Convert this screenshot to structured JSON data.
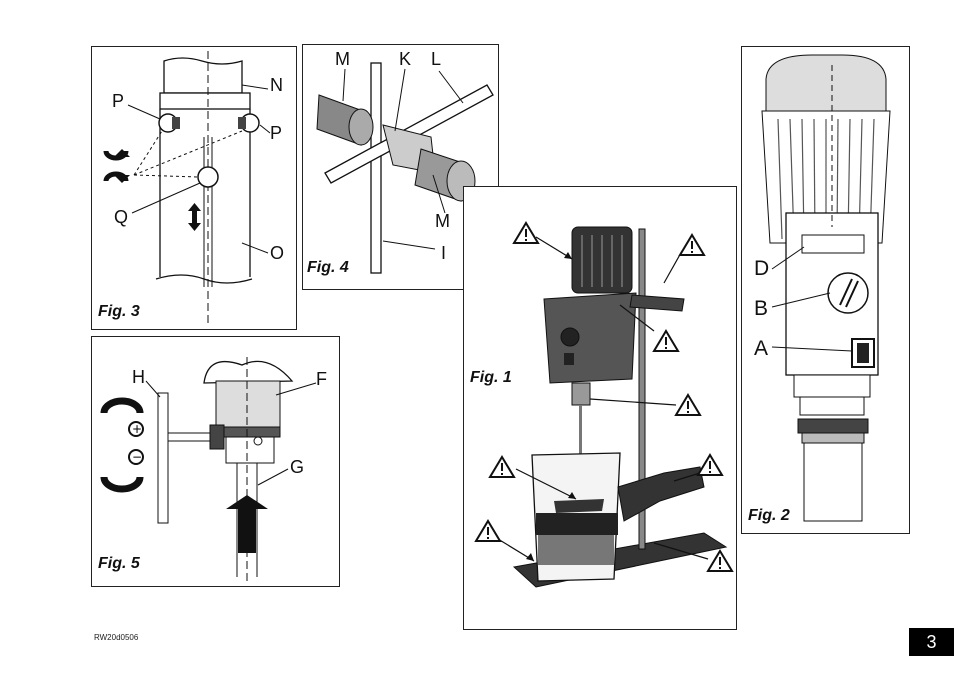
{
  "figures": {
    "fig1": {
      "caption": "Fig. 1"
    },
    "fig2": {
      "caption": "Fig. 2",
      "labels": {
        "d": "D",
        "b": "B",
        "a": "A"
      }
    },
    "fig3": {
      "caption": "Fig. 3",
      "labels": {
        "n": "N",
        "p1": "P",
        "p2": "P",
        "q": "Q",
        "o": "O"
      }
    },
    "fig4": {
      "caption": "Fig. 4",
      "labels": {
        "m1": "M",
        "k": "K",
        "l": "L",
        "m2": "M",
        "i": "I"
      }
    },
    "fig5": {
      "caption": "Fig. 5",
      "labels": {
        "h": "H",
        "f": "F",
        "g": "G"
      }
    }
  },
  "footer": {
    "doc_id": "RW20d0506",
    "page_number": "3"
  },
  "icons": [
    "warning-triangle-icon",
    "rotate-arrow-icon",
    "plus-icon",
    "minus-icon",
    "double-arrow-icon",
    "up-arrow-icon"
  ]
}
